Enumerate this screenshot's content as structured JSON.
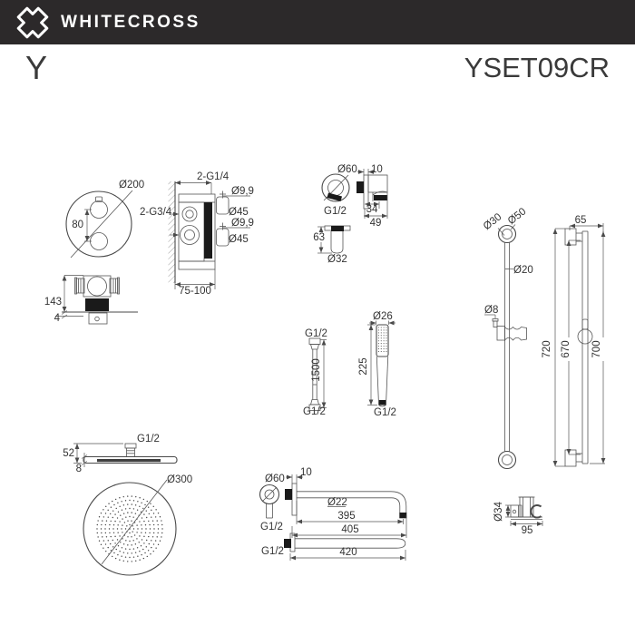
{
  "header": {
    "brand": "WHITECROSS"
  },
  "title": {
    "series": "Y",
    "model": "YSET09CR"
  },
  "colors": {
    "header_bg": "#2c292a",
    "line": "#555555",
    "text": "#333333",
    "black": "#1a1a1a"
  },
  "components": {
    "mixer_front": {
      "diameter": "Ø200",
      "knob_spacing": "80"
    },
    "mixer_side": {
      "outlets": "2-G1/4",
      "inlets": "2-G3/4",
      "stem_top": "Ø9,9",
      "knob_top": "Ø45",
      "stem_bottom": "Ø9,9",
      "knob_bottom": "Ø45",
      "depth_range": "75-100"
    },
    "mixer_install": {
      "depth": "143",
      "plate": "4"
    },
    "elbow": {
      "diameter": "Ø60",
      "plate_depth": "10",
      "thread": "G1/2",
      "body_height": "34",
      "total_depth": "49",
      "drop": "63",
      "outlet_diameter": "Ø32"
    },
    "hose": {
      "thread_top": "G1/2",
      "length": "1500",
      "thread_bottom": "G1/2"
    },
    "handshower": {
      "head_diameter": "Ø26",
      "length": "225",
      "thread": "G1/2"
    },
    "slidebar": {
      "inner_diameter": "Ø30",
      "flange_diameter": "Ø50",
      "rail_diameter": "Ø20",
      "pin_diameter": "Ø8",
      "bracket_offset": "65",
      "height_total": "720",
      "height_rail": "670",
      "height_overall": "700"
    },
    "headshower": {
      "thread": "G1/2",
      "height": "52",
      "thickness": "8",
      "diameter": "Ø300"
    },
    "arm": {
      "flange_diameter": "Ø60",
      "thread_front": "G1/2",
      "plate_depth": "10",
      "tube_diameter": "Ø22",
      "length_inner": "395",
      "length_outer": "405",
      "thread_side": "G1/2",
      "length_total": "420"
    },
    "holder": {
      "diameter": "Ø34",
      "width": "95"
    }
  }
}
